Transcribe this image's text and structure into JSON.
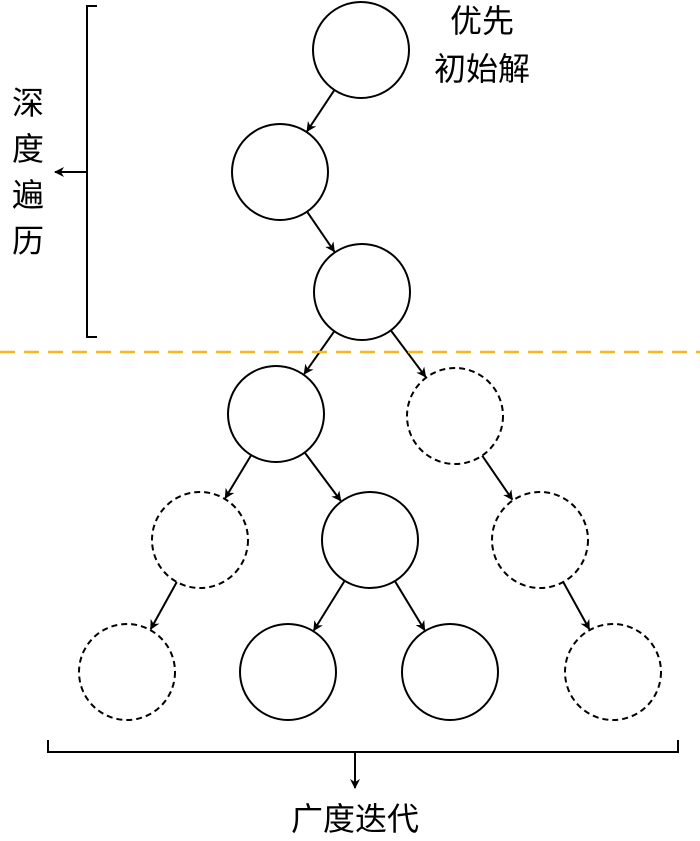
{
  "labels": {
    "top_right_line1": "优先",
    "top_right_line2": "初始解",
    "depth_chars": [
      "深",
      "度",
      "遍",
      "历"
    ],
    "breadth": "广度迭代"
  },
  "colors": {
    "divider": "#f5b820",
    "stroke": "#000000"
  },
  "nodes": [
    {
      "id": 1,
      "style": "solid"
    },
    {
      "id": 2,
      "style": "solid"
    },
    {
      "id": 3,
      "style": "solid"
    },
    {
      "id": 4,
      "style": "solid"
    },
    {
      "id": 5,
      "style": "dashed"
    },
    {
      "id": 6,
      "style": "dashed"
    },
    {
      "id": 7,
      "style": "solid"
    },
    {
      "id": 8,
      "style": "dashed"
    },
    {
      "id": 9,
      "style": "dashed"
    },
    {
      "id": 10,
      "style": "solid"
    },
    {
      "id": 11,
      "style": "solid"
    },
    {
      "id": 12,
      "style": "dashed"
    }
  ],
  "edges": [
    [
      1,
      2
    ],
    [
      2,
      3
    ],
    [
      3,
      4
    ],
    [
      3,
      5
    ],
    [
      4,
      6
    ],
    [
      4,
      7
    ],
    [
      5,
      8
    ],
    [
      6,
      9
    ],
    [
      7,
      10
    ],
    [
      7,
      11
    ],
    [
      8,
      12
    ]
  ]
}
